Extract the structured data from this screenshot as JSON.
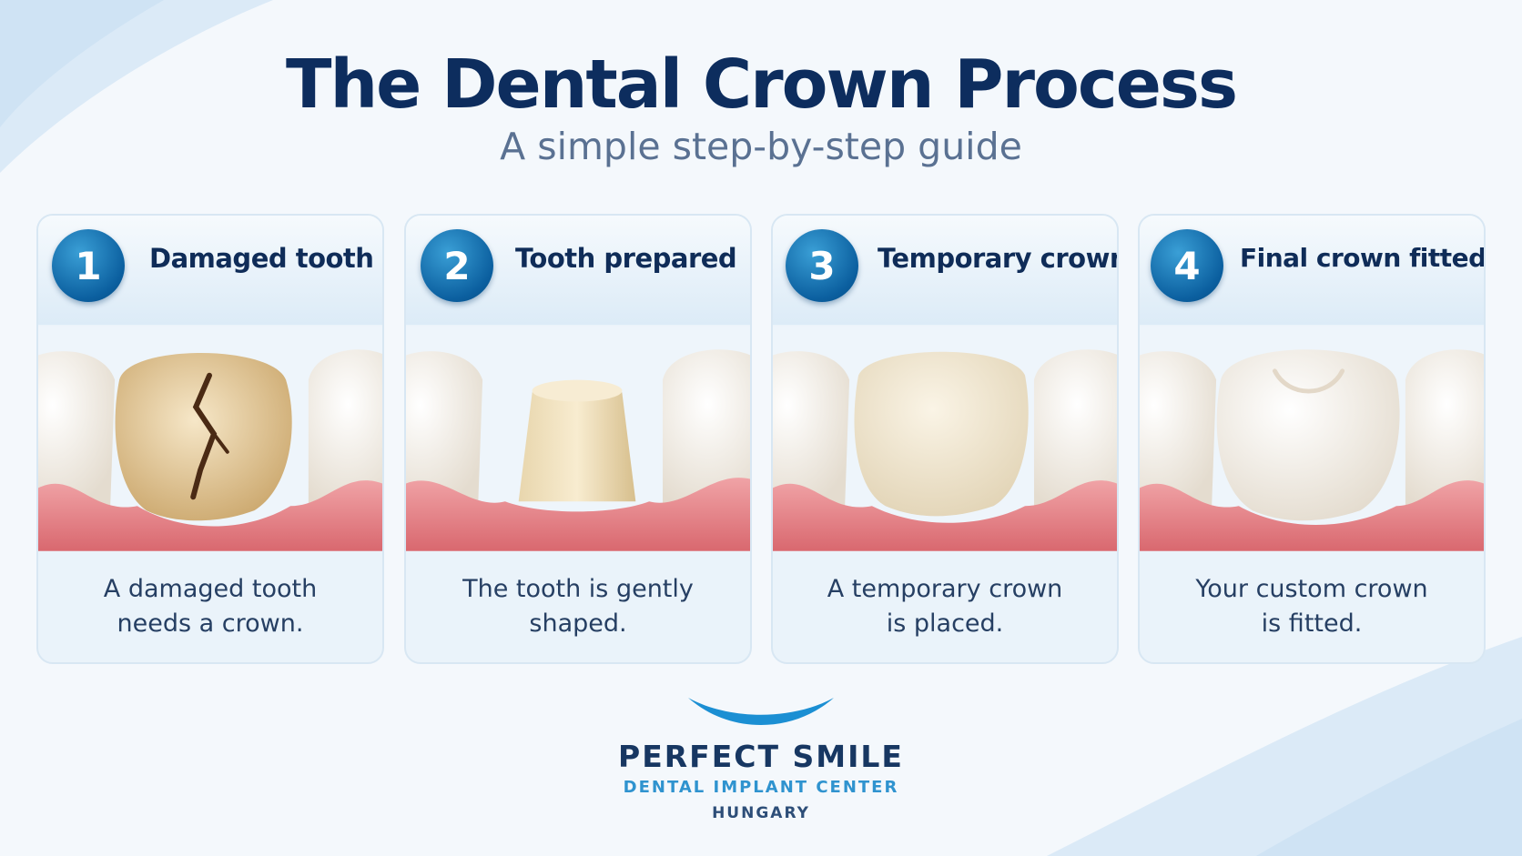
{
  "title": "The Dental Crown Process",
  "subtitle": "A simple step-by-step guide",
  "steps": [
    {
      "number": "1",
      "label": "Damaged tooth",
      "caption_line1": "A damaged tooth",
      "caption_line2": "needs a crown.",
      "illustration": "cracked-tooth-icon"
    },
    {
      "number": "2",
      "label": "Tooth prepared",
      "caption_line1": "The tooth is gently",
      "caption_line2": "shaped.",
      "illustration": "prepared-tooth-icon"
    },
    {
      "number": "3",
      "label": "Temporary crown",
      "caption_line1": "A temporary crown",
      "caption_line2": "is placed.",
      "illustration": "temporary-crown-icon"
    },
    {
      "number": "4",
      "label": "Final crown fitted",
      "caption_line1": "Your custom crown",
      "caption_line2": "is fitted.",
      "illustration": "final-crown-icon"
    }
  ],
  "brand": {
    "name": "PERFECT SMILE",
    "line1": "DENTAL IMPLANT CENTER",
    "line2": "HUNGARY",
    "arc_color": "#1b8fd3"
  },
  "colors": {
    "title": "#0d2d5e",
    "accent": "#0b5f9f",
    "gum": "#e8868b",
    "tooth": "#f6f1ea"
  }
}
